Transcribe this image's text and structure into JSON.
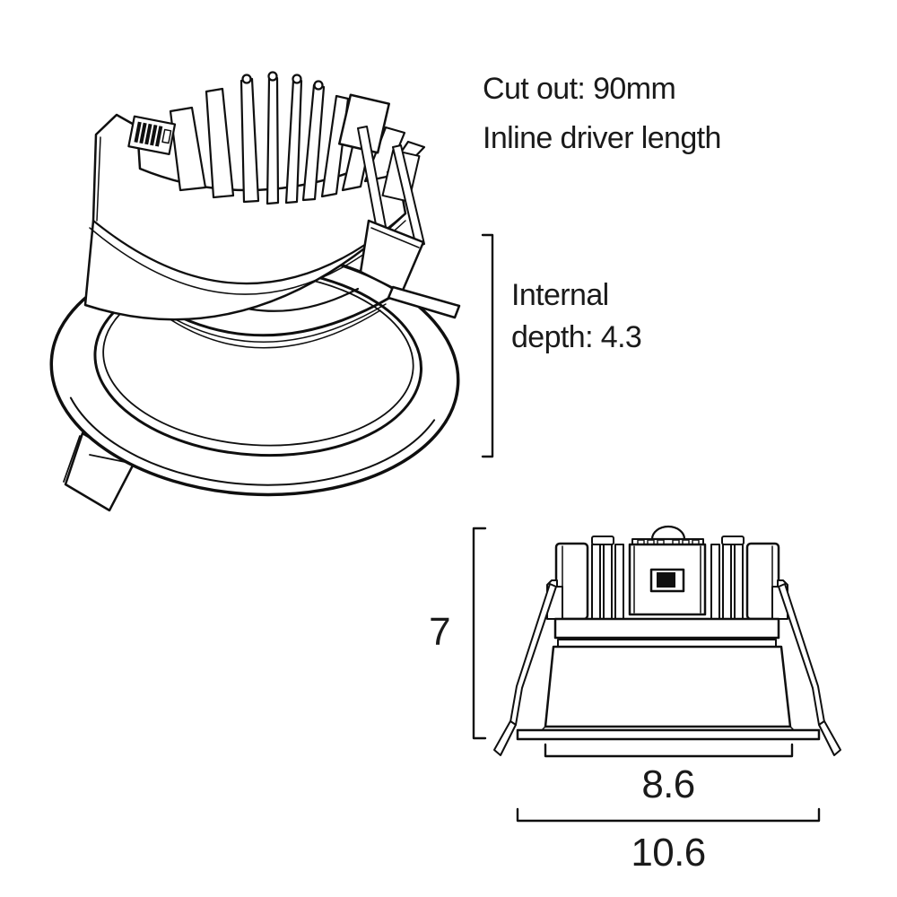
{
  "page": {
    "background": "#ffffff",
    "line_color": "#0f0f0f",
    "text_color": "#1a1a1a"
  },
  "annotations": {
    "cut_out": "Cut out: 90mm",
    "inline_driver": "Inline driver length",
    "internal_depth_line1": "Internal",
    "internal_depth_line2": "depth: 4.3"
  },
  "dimensions": {
    "overall_height": "7",
    "body_width": "8.6",
    "overall_width": "10.6"
  }
}
